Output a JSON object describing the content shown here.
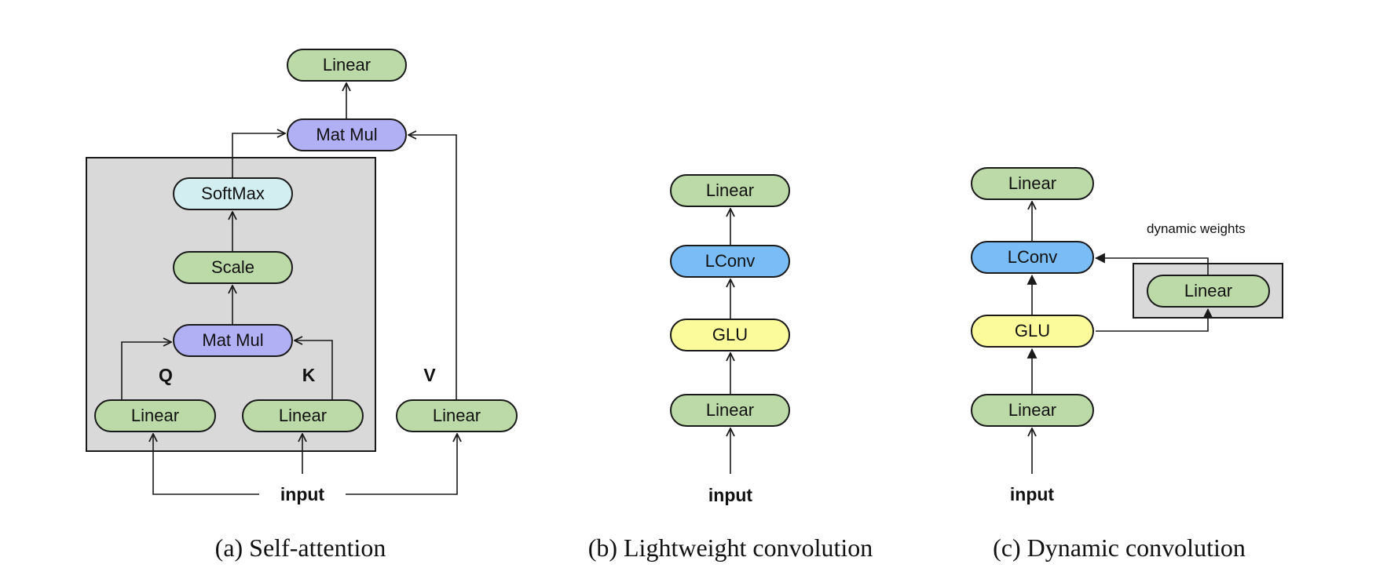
{
  "panels": {
    "self_attention": {
      "caption": "(a) Self-attention",
      "output_linear": "Linear",
      "matmul_top": "Mat Mul",
      "softmax": "SoftMax",
      "scale": "Scale",
      "matmul_inner": "Mat Mul",
      "linear_q": "Linear",
      "linear_k": "Linear",
      "linear_v": "Linear",
      "q_label": "Q",
      "k_label": "K",
      "v_label": "V",
      "input_label": "input"
    },
    "lightweight": {
      "caption": "(b) Lightweight convolution",
      "linear_top": "Linear",
      "lconv": "LConv",
      "glu": "GLU",
      "linear_bottom": "Linear",
      "input_label": "input"
    },
    "dynamic": {
      "caption": "(c) Dynamic convolution",
      "linear_top": "Linear",
      "lconv": "LConv",
      "glu": "GLU",
      "linear_bottom": "Linear",
      "weights_linear": "Linear",
      "weights_label": "dynamic weights",
      "input_label": "input"
    }
  },
  "colors": {
    "linear": "#bcdaa8",
    "matmul": "#b2b0f5",
    "softmax": "#d2eef0",
    "lconv": "#79bcf6",
    "glu": "#fbfb9b",
    "box": "#d9d9d9"
  }
}
